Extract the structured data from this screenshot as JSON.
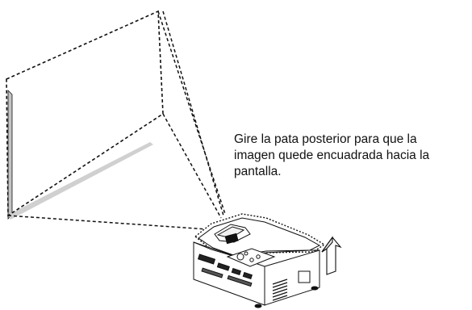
{
  "instruction": {
    "lines": [
      "Gire la pata posterior para que la",
      "imagen quede encuadrada hacia la",
      "pantalla."
    ]
  },
  "colors": {
    "line": "#111111",
    "screen_edge": "#bfbfbf",
    "background": "#ffffff"
  },
  "icons": {
    "projector": "projector-icon",
    "arrow": "rotate-arrow-icon"
  }
}
